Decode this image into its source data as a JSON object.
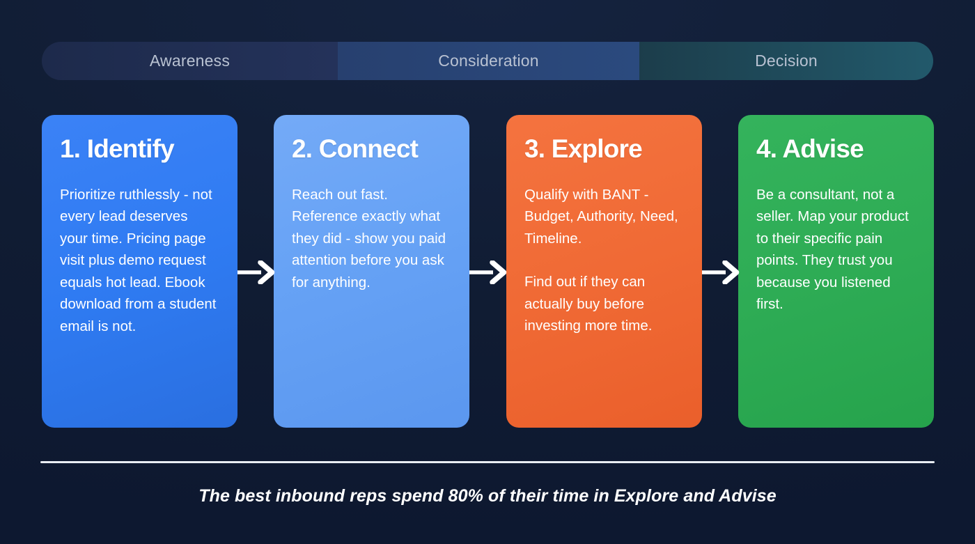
{
  "background_color": "#111d35",
  "stage_bar": {
    "segments": [
      {
        "label": "Awareness",
        "color": "#24325a"
      },
      {
        "label": "Consideration",
        "color": "#2b4a7e"
      },
      {
        "label": "Decision",
        "color": "#22596b"
      }
    ]
  },
  "cards": [
    {
      "title": "1. Identify",
      "color": "#3b82f6",
      "paragraphs": [
        "Prioritize ruthlessly - not every lead deserves your time. Pricing page visit plus demo request equals hot lead. Ebook download from a student email is not."
      ]
    },
    {
      "title": "2. Connect",
      "color": "#66a2f5",
      "paragraphs": [
        "Reach out fast. Reference exactly what they did - show you paid attention before you ask for anything."
      ]
    },
    {
      "title": "3. Explore",
      "color": "#f06a35",
      "paragraphs": [
        "Qualify with BANT - Budget, Authority, Need, Timeline.",
        "Find out if they can actually buy before investing more time."
      ]
    },
    {
      "title": "4. Advise",
      "color": "#2eac55",
      "paragraphs": [
        "Be a consultant, not a seller. Map your product to their specific pain points. They trust you because you listened first."
      ]
    }
  ],
  "arrows": [
    {
      "icon": "arrow-right-icon"
    },
    {
      "icon": "arrow-right-icon"
    },
    {
      "icon": "arrow-right-icon"
    }
  ],
  "footer": {
    "caption": "The best inbound reps spend 80% of their time in Explore and Advise",
    "divider_color": "#e9edf3"
  }
}
